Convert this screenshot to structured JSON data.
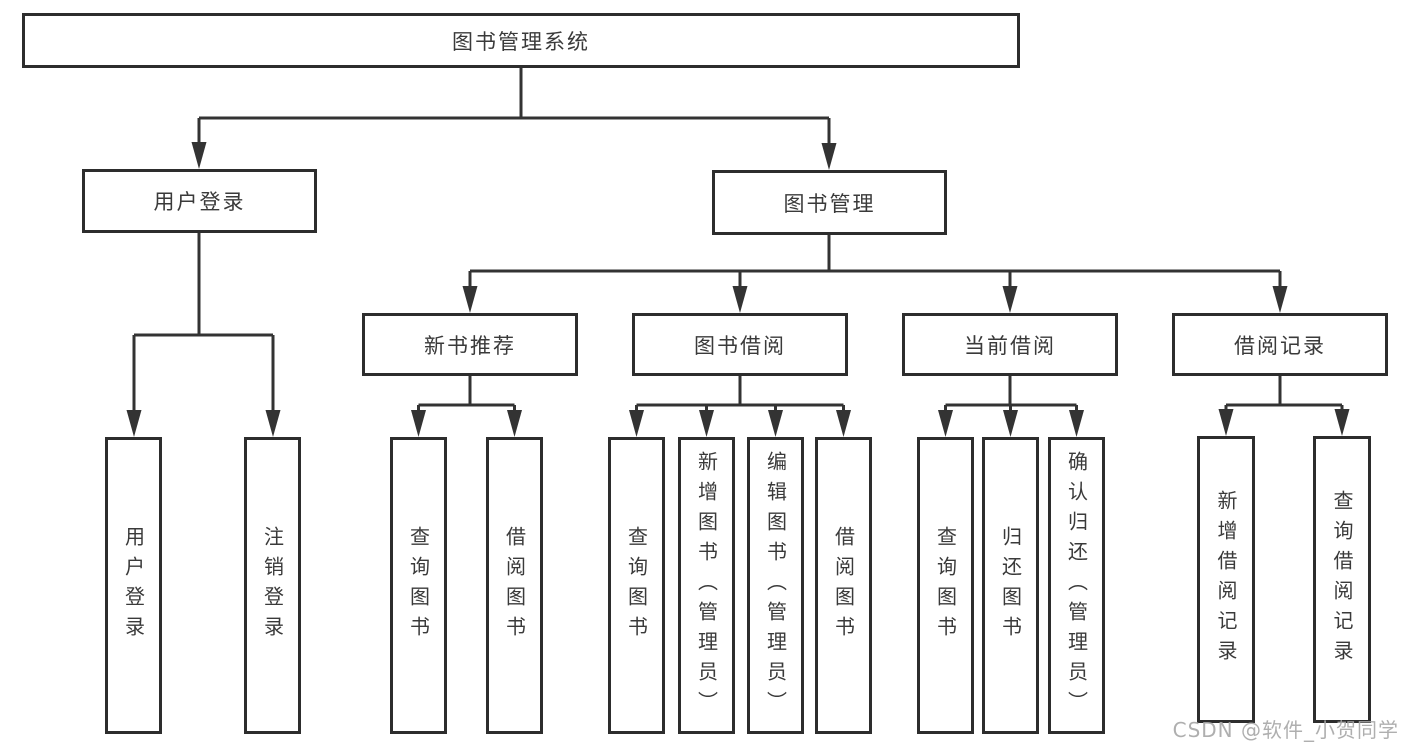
{
  "nodes": {
    "root": "图书管理系统",
    "user_login": "用户登录",
    "book_management": "图书管理",
    "new_book_recommend": "新书推荐",
    "book_borrowing": "图书借阅",
    "current_borrowing": "当前借阅",
    "borrowing_records": "借阅记录",
    "leaf_user_login": "用户登录",
    "leaf_logout": "注销登录",
    "leaf_nb_query_books": "查询图书",
    "leaf_nb_borrow_books": "借阅图书",
    "leaf_bb_query_books": "查询图书",
    "leaf_bb_add_books": "新增图书（管理员）",
    "leaf_bb_edit_books": "编辑图书（管理员）",
    "leaf_bb_borrow_books": "借阅图书",
    "leaf_cb_query_books": "查询图书",
    "leaf_cb_return_books": "归还图书",
    "leaf_cb_confirm_return": "确认归还（管理员）",
    "leaf_br_add_record": "新增借阅记录",
    "leaf_br_query_record": "查询借阅记录"
  },
  "watermark": {
    "text": "CSDN @软件_小贺同学"
  },
  "colors": {
    "line": "#333333",
    "box_border": "#2d2d2d",
    "text": "#3a3a3a",
    "watermark": "#a8a8a8",
    "background": "#ffffff"
  }
}
